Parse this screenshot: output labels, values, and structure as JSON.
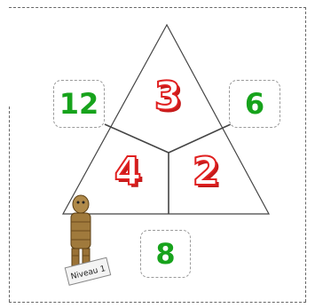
{
  "game": {
    "triangle": {
      "top": "3",
      "left": "4",
      "right": "2"
    },
    "answers": {
      "left": "12",
      "right": "6",
      "bottom": "8"
    },
    "level_label": "Niveau 1"
  },
  "colors": {
    "triangle_digits": "#e02020",
    "answer_digits": "#17a31c",
    "lines": "#444444"
  },
  "icons": {
    "character": "mummy-figure-icon"
  }
}
